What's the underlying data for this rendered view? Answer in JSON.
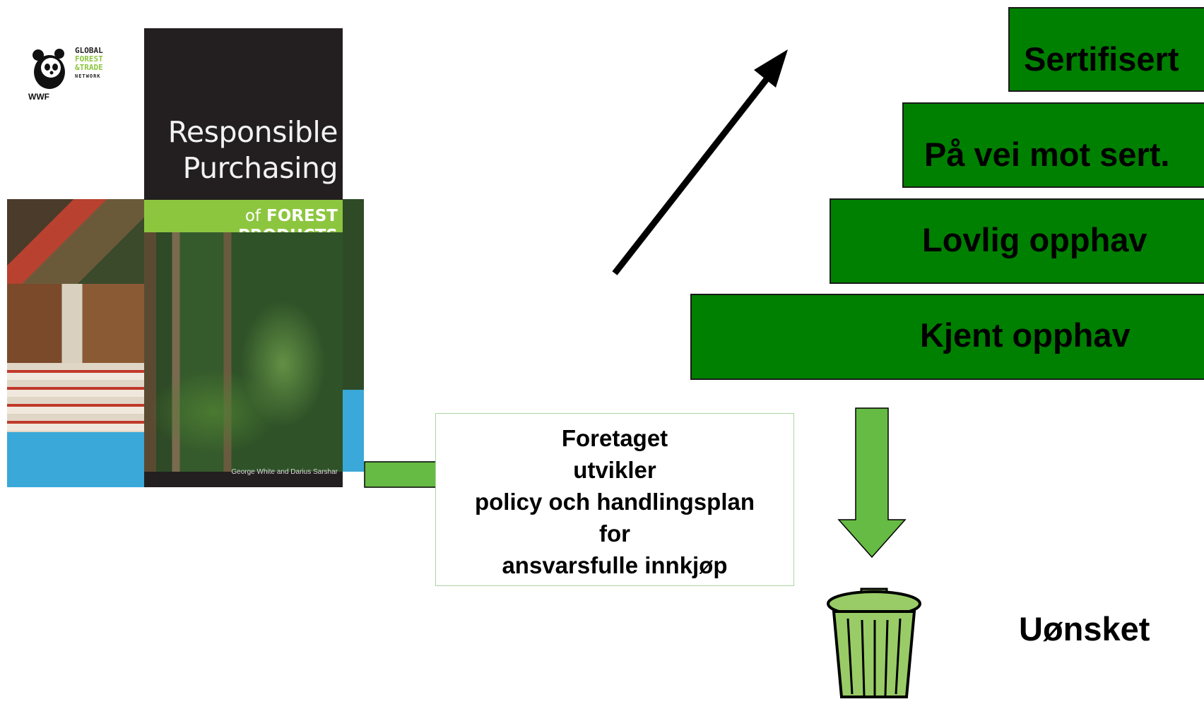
{
  "book": {
    "title_line1": "Responsible",
    "title_line2": "Purchasing",
    "subtitle_of": "of",
    "subtitle_main": "FOREST PRODUCTS",
    "authors": "George White and Darius Sarshar",
    "logo_line1": "GLOBAL",
    "logo_line2": "FOREST",
    "logo_line3": "&TRADE",
    "logo_line4": "NETWORK",
    "logo_org": "WWF"
  },
  "policy_box": {
    "line1": "Foretaget",
    "line2": "utvikler",
    "line3": "policy och handlingsplan",
    "line4": "for",
    "line5": "ansvarsfulle innkjøp"
  },
  "steps": {
    "sertifisert": "Sertifisert",
    "paveimot": "På vei mot sert.",
    "lovlig": "Lovlig opphav",
    "kjent": "Kjent opphav"
  },
  "uonsket": "Uønsket",
  "colors": {
    "step_fill": "#008000",
    "arrow_green": "#66bb44",
    "bin_fill": "#99cc66",
    "book_band": "#8cc63f"
  }
}
